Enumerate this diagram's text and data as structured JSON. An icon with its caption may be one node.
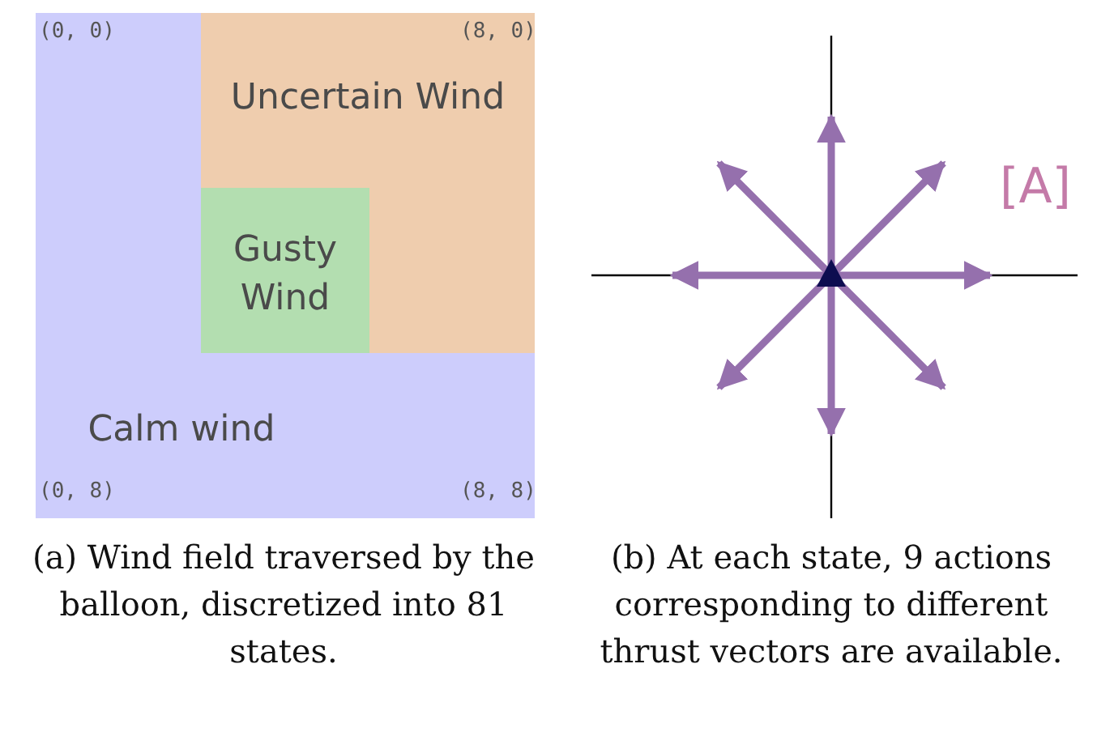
{
  "diagram": {
    "nodes": [
      {
        "text": [
          "Calm wind"
        ]
      },
      {
        "text": [
          "Uncertain Wind"
        ],
        "in": 0
      },
      {
        "text": [
          "Gusty Wind"
        ],
        "in": 1
      }
    ],
    "labels": [
      "(0, 0)",
      "(8, 0)",
      "[A]",
      "(0, 8)",
      "(8, 8)",
      "(a) Wind field traversed by the balloon, discretized into 81 states.",
      "(b) At each state, 9 actions corresponding to different thrust vectors are available."
    ]
  }
}
